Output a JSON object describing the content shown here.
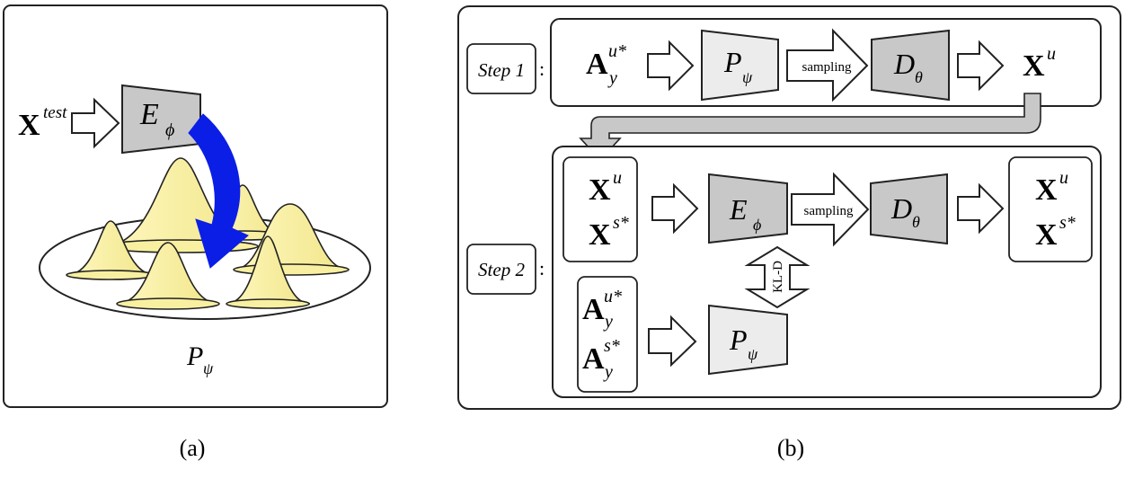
{
  "panel_a": {
    "input_var": "X",
    "input_sup": "test",
    "encoder_label": "E",
    "encoder_sub": "ϕ",
    "prior_label": "P",
    "prior_sub": "ψ",
    "caption": "(a)"
  },
  "panel_b": {
    "caption": "(b)",
    "step1": {
      "label": "Step 1",
      "colon": ":",
      "input_var": "A",
      "input_sup": "u*",
      "input_sub": "y",
      "prior_label": "P",
      "prior_sub": "ψ",
      "sampling_label": "sampling",
      "decoder_label": "D",
      "decoder_sub": "θ",
      "output_var": "X",
      "output_sup": "u"
    },
    "step2": {
      "label": "Step 2",
      "colon": ":",
      "input_vars": [
        {
          "var": "X",
          "sup": "u"
        },
        {
          "var": "X",
          "sup": "s*"
        }
      ],
      "encoder_label": "E",
      "encoder_sub": "ϕ",
      "sampling_label": "sampling",
      "decoder_label": "D",
      "decoder_sub": "θ",
      "output_vars": [
        {
          "var": "X",
          "sup": "u"
        },
        {
          "var": "X",
          "sup": "s*"
        }
      ],
      "kl_label": "KL-D",
      "attr_vars": [
        {
          "var": "A",
          "sup": "u*",
          "sub": "y"
        },
        {
          "var": "A",
          "sup": "s*",
          "sub": "y"
        }
      ],
      "prior_label": "P",
      "prior_sub": "ψ"
    }
  },
  "colors": {
    "encoder_fill": "#c8c8c8",
    "decoder_fill": "#c8c8c8",
    "prior_fill": "#ececec",
    "cone_fill": "#f8f0a0",
    "curved_arrow": "#0a1ee6",
    "connector_arrow": "#c8c8c8"
  }
}
